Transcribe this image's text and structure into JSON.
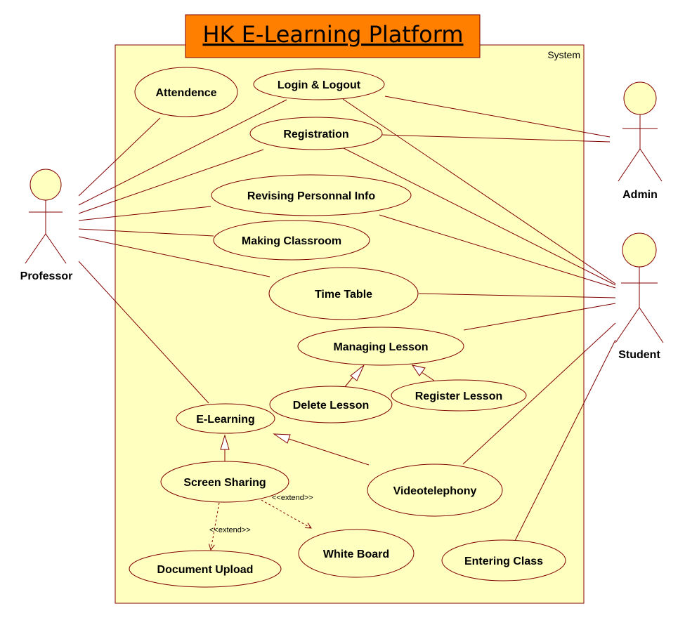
{
  "title": "HK E-Learning Platform",
  "system_label": "System",
  "colors": {
    "system_fill": "#ffffc0",
    "title_fill": "#ff8000",
    "stroke": "#800000",
    "background": "#ffffff"
  },
  "actors": {
    "professor": "Professor",
    "admin": "Admin",
    "student": "Student"
  },
  "use_cases": {
    "attendence": "Attendence",
    "login_logout": "Login & Logout",
    "registration": "Registration",
    "revising_personal_info": "Revising Personnal Info",
    "making_classroom": "Making Classroom",
    "time_table": "Time Table",
    "managing_lesson": "Managing Lesson",
    "delete_lesson": "Delete Lesson",
    "register_lesson": "Register Lesson",
    "e_learning": "E-Learning",
    "screen_sharing": "Screen Sharing",
    "videotelephony": "Videotelephony",
    "white_board": "White Board",
    "document_upload": "Document Upload",
    "entering_class": "Entering Class"
  },
  "stereotypes": {
    "extend_white_board": "<<extend>>",
    "extend_document_upload": "<<extend>>"
  }
}
